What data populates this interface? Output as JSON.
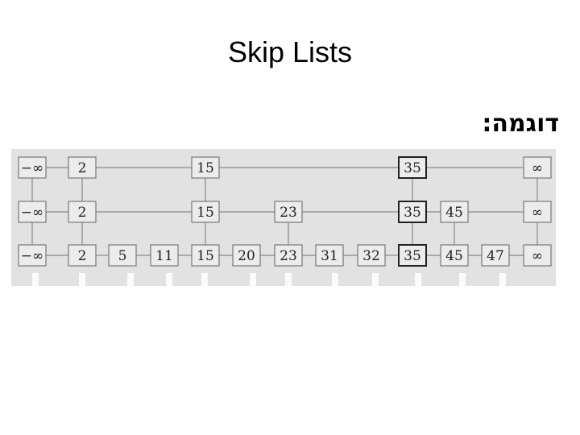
{
  "slide": {
    "title": "Skip Lists",
    "subtitle": "דוגמה:"
  },
  "skip_list": {
    "highlight_key": "35",
    "levels": [
      [
        "−∞",
        "2",
        "15",
        "35",
        "∞"
      ],
      [
        "−∞",
        "2",
        "15",
        "23",
        "35",
        "45",
        "∞"
      ],
      [
        "−∞",
        "2",
        "5",
        "11",
        "15",
        "20",
        "23",
        "31",
        "32",
        "35",
        "45",
        "47",
        "∞"
      ]
    ]
  },
  "colors": {
    "panel": "#e2e2e2",
    "node_fill": "#ececec",
    "node_border": "#777777",
    "highlight_border": "#222222",
    "line": "#888888"
  }
}
